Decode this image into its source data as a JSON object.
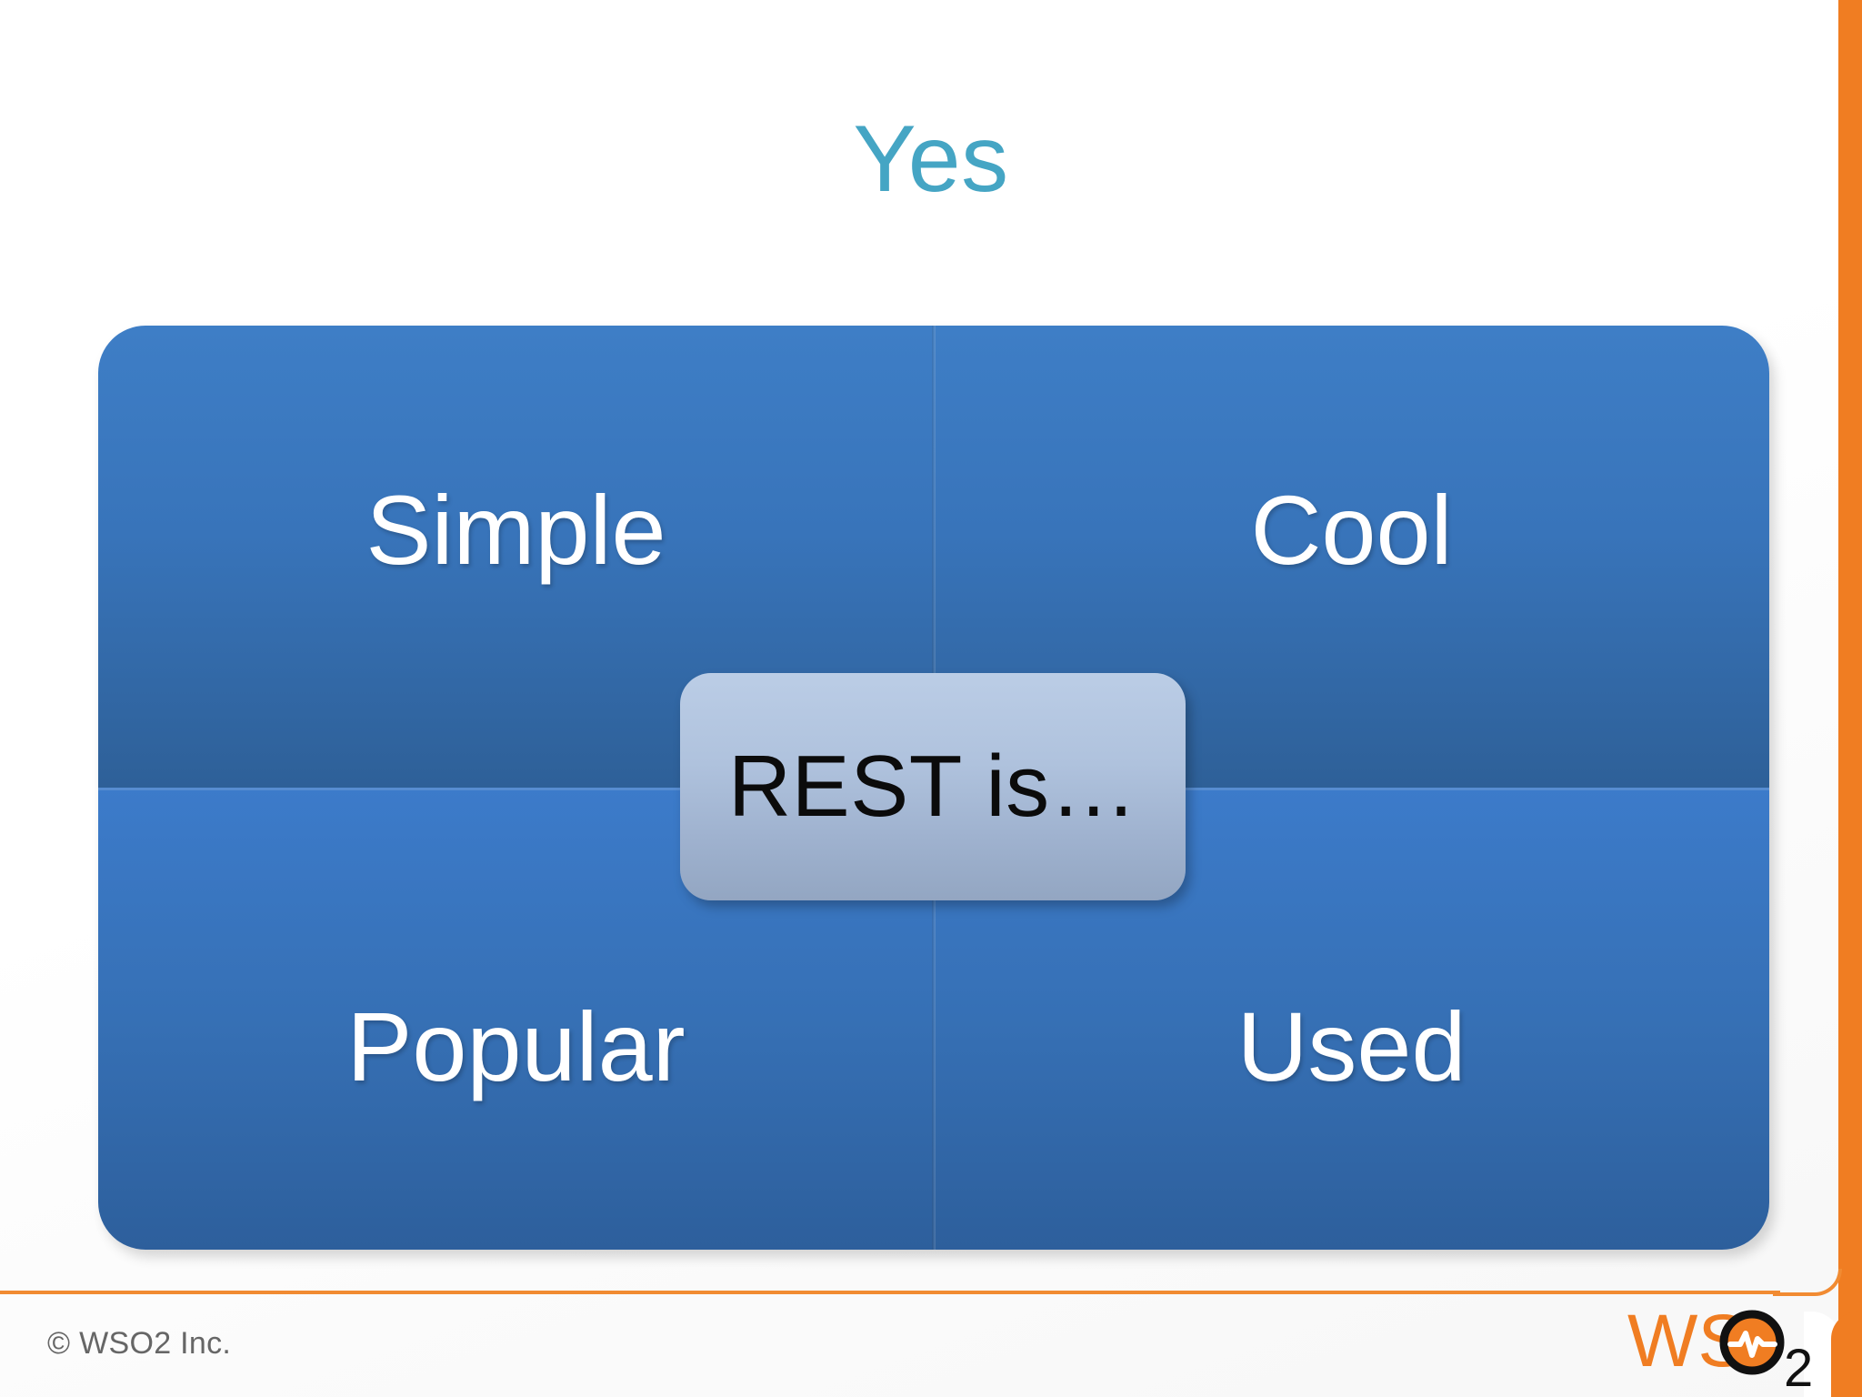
{
  "slide": {
    "title": "Yes",
    "title_color": "#45A5C4",
    "background_color": "#ffffff",
    "accent_color": "#F07D22"
  },
  "diagram": {
    "center_label": "REST is…",
    "panel_color_top": "#3E7EC6",
    "panel_color_bottom": "#3C7BCA",
    "label_color": "#ffffff",
    "quadrants": [
      {
        "position": "top-left",
        "label": "Simple"
      },
      {
        "position": "top-right",
        "label": "Cool"
      },
      {
        "position": "bottom-left",
        "label": "Popular"
      },
      {
        "position": "bottom-right",
        "label": "Used"
      }
    ]
  },
  "footer": {
    "copyright": "© WSO2 Inc.",
    "copyright_color": "#666666",
    "rule_color": "#F18B32",
    "logo_text": "WSO",
    "logo_subscript": "2",
    "logo_orange": "#F07D22",
    "logo_black": "#111111"
  }
}
